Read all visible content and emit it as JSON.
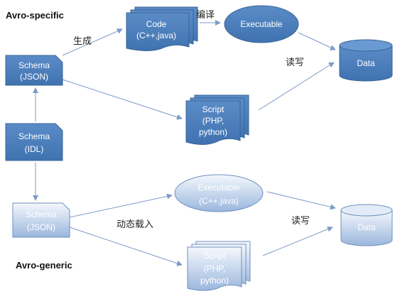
{
  "sections": {
    "specific": "Avro-specific",
    "generic": "Avro-generic"
  },
  "specific": {
    "schema_json": [
      "Schema",
      "(JSON)"
    ],
    "schema_idl": [
      "Schema",
      "(IDL)"
    ],
    "code": [
      "Code",
      "(C++,java)"
    ],
    "executable": "Executable",
    "data": "Data",
    "script": [
      "Script",
      "(PHP,",
      "python)"
    ]
  },
  "generic": {
    "schema_json": [
      "Schema",
      "(JSON)"
    ],
    "executable": [
      "Executable",
      "(C++,java)"
    ],
    "data": "Data",
    "script": [
      "Script",
      "(PHP,",
      "python)"
    ]
  },
  "edge_labels": {
    "generate": "生成",
    "compile": "编译",
    "read_write_top": "读写",
    "dynamic_load": "动态载入",
    "read_write_bottom": "读写"
  },
  "colors": {
    "dark_fill": "#4F81BD",
    "dark_stroke": "#3A6596",
    "light_fill_top": "#F2F6FC",
    "light_fill_bottom": "#9DB8DE",
    "arrow": "#7E9BC7"
  }
}
